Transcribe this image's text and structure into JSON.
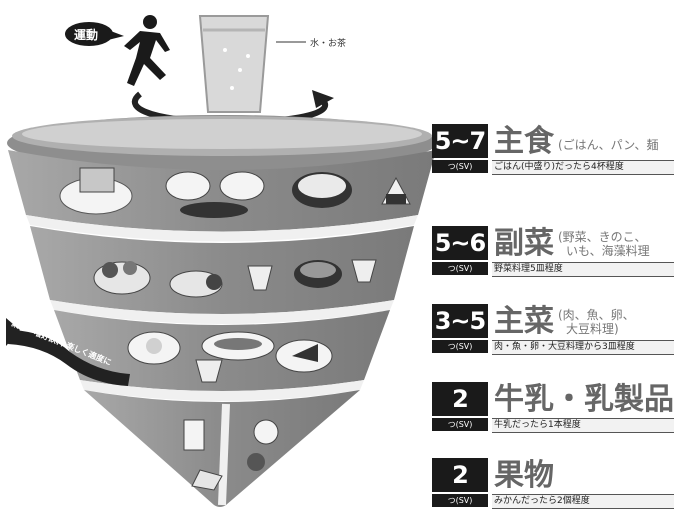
{
  "top": {
    "exercise_label": "運動",
    "water_label": "水・お茶"
  },
  "side_banner": {
    "title": "菓子・嗜好飲料",
    "note": "楽しく適度に"
  },
  "groups": [
    {
      "amount": "5~7",
      "unit": "つ(SV)",
      "title": "主食",
      "paren": "(ごはん、パン、麺",
      "desc": "ごはん(中盛り)だったら4杯程度"
    },
    {
      "amount": "5~6",
      "unit": "つ(SV)",
      "title": "副菜",
      "paren_line1": "(野菜、きのこ、",
      "paren_line2": "いも、海藻料理",
      "desc": "野菜料理5皿程度"
    },
    {
      "amount": "3~5",
      "unit": "つ(SV)",
      "title": "主菜",
      "paren_line1": "(肉、魚、卵、",
      "paren_line2": "大豆料理)",
      "desc": "肉・魚・卵・大豆料理から3皿程度"
    },
    {
      "amount": "2",
      "unit": "つ(SV)",
      "title": "牛乳・乳製品",
      "desc": "牛乳だったら1本程度"
    },
    {
      "amount": "2",
      "unit": "つ(SV)",
      "title": "果物",
      "desc": "みかんだったら2個程度"
    }
  ],
  "colors": {
    "ink": "#1a1a1a",
    "tier_grey": "#8a8a8a",
    "tier_light": "#bdbdbd"
  }
}
